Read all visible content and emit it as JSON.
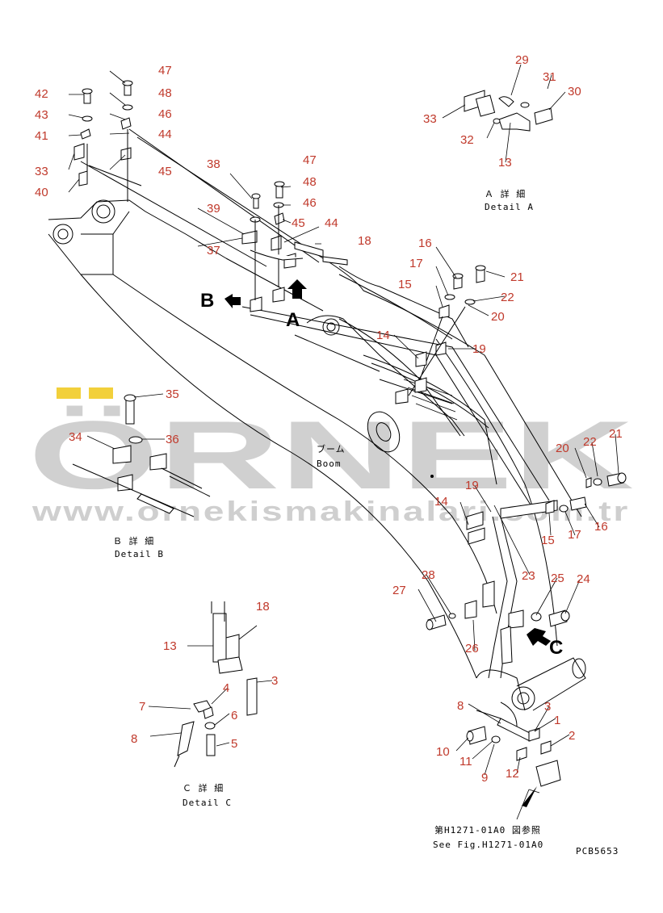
{
  "watermark": {
    "brand": "ÖRNEK",
    "url": "www.ornekismakinalari.com.tr",
    "accent": "#f2d03b"
  },
  "callouts": [
    {
      "t": "47"
    },
    {
      "t": "48"
    },
    {
      "t": "46"
    },
    {
      "t": "44"
    },
    {
      "t": "45"
    },
    {
      "t": "42"
    },
    {
      "t": "43"
    },
    {
      "t": "41"
    },
    {
      "t": "33"
    },
    {
      "t": "40"
    },
    {
      "t": "38"
    },
    {
      "t": "47"
    },
    {
      "t": "48"
    },
    {
      "t": "46"
    },
    {
      "t": "45"
    },
    {
      "t": "39"
    },
    {
      "t": "44"
    },
    {
      "t": "18"
    },
    {
      "t": "37"
    },
    {
      "t": "29"
    },
    {
      "t": "31"
    },
    {
      "t": "30"
    },
    {
      "t": "33"
    },
    {
      "t": "32"
    },
    {
      "t": "13"
    },
    {
      "t": "16"
    },
    {
      "t": "17"
    },
    {
      "t": "21"
    },
    {
      "t": "15"
    },
    {
      "t": "22"
    },
    {
      "t": "20"
    },
    {
      "t": "19"
    },
    {
      "t": "14"
    },
    {
      "t": "35"
    },
    {
      "t": "34"
    },
    {
      "t": "36"
    },
    {
      "t": "20"
    },
    {
      "t": "22"
    },
    {
      "t": "21"
    },
    {
      "t": "19"
    },
    {
      "t": "14"
    },
    {
      "t": "15"
    },
    {
      "t": "17"
    },
    {
      "t": "16"
    },
    {
      "t": "27"
    },
    {
      "t": "28"
    },
    {
      "t": "23"
    },
    {
      "t": "25"
    },
    {
      "t": "24"
    },
    {
      "t": "26"
    },
    {
      "t": "18"
    },
    {
      "t": "13"
    },
    {
      "t": "3"
    },
    {
      "t": "4"
    },
    {
      "t": "7"
    },
    {
      "t": "6"
    },
    {
      "t": "8"
    },
    {
      "t": "5"
    },
    {
      "t": "8"
    },
    {
      "t": "3"
    },
    {
      "t": "1"
    },
    {
      "t": "2"
    },
    {
      "t": "10"
    },
    {
      "t": "11"
    },
    {
      "t": "12"
    },
    {
      "t": "9"
    }
  ],
  "labels": {
    "detail_a_jp": "Ａ 詳 細",
    "detail_a_en": "Detail A",
    "detail_b_jp": "Ｂ 詳 細",
    "detail_b_en": "Detail B",
    "detail_c_jp": "Ｃ 詳 細",
    "detail_c_en": "Detail C",
    "boom_jp": "ブーム",
    "boom_en": "Boom",
    "arrow_a": "A",
    "arrow_b": "B",
    "arrow_c": "C",
    "see_fig_jp": "第H1271-01A0 図参照",
    "see_fig_en": "See Fig.H1271-01A0",
    "drawing_no": "PCB5653"
  }
}
